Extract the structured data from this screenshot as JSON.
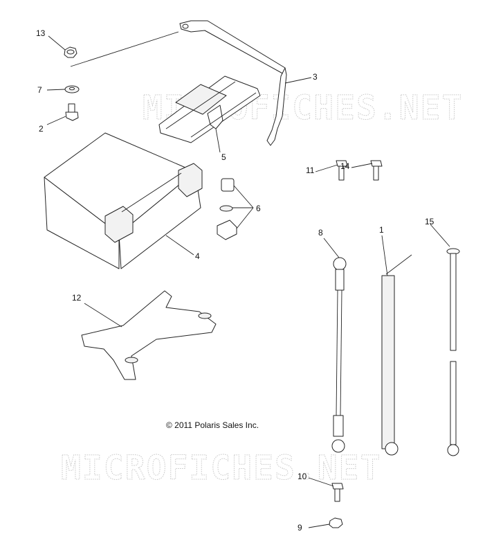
{
  "watermark": "MICROFICHES.NET",
  "copyright": "© 2011 Polaris Sales Inc.",
  "callouts": [
    {
      "id": "13",
      "label": "13"
    },
    {
      "id": "7",
      "label": "7"
    },
    {
      "id": "2",
      "label": "2"
    },
    {
      "id": "3",
      "label": "3"
    },
    {
      "id": "5",
      "label": "5"
    },
    {
      "id": "11",
      "label": "11"
    },
    {
      "id": "14",
      "label": "14"
    },
    {
      "id": "6",
      "label": "6"
    },
    {
      "id": "4",
      "label": "4"
    },
    {
      "id": "8",
      "label": "8"
    },
    {
      "id": "1",
      "label": "1"
    },
    {
      "id": "15",
      "label": "15"
    },
    {
      "id": "12",
      "label": "12"
    },
    {
      "id": "10",
      "label": "10"
    },
    {
      "id": "9",
      "label": "9"
    }
  ]
}
